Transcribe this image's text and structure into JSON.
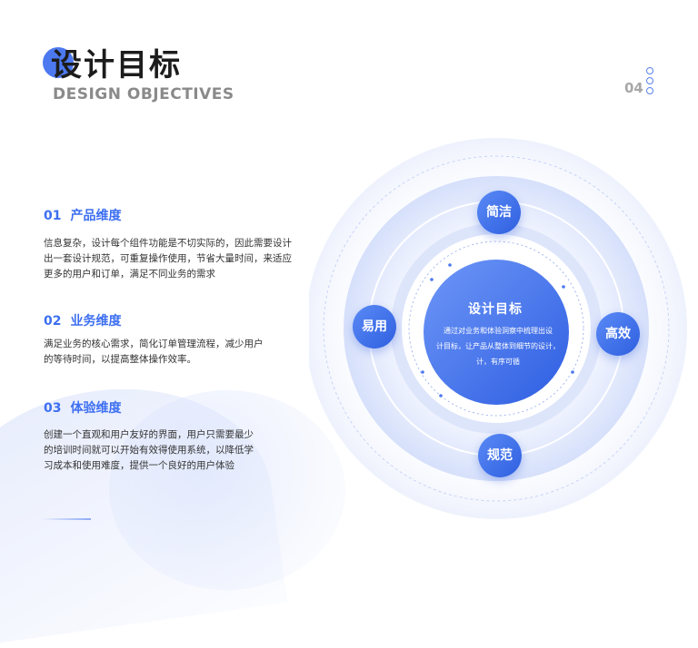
{
  "header": {
    "title": "设计目标",
    "subtitle": "DESIGN OBJECTIVES",
    "page_number": "04"
  },
  "sections": [
    {
      "number": "01",
      "heading": "产品维度",
      "lines": [
        "信息复杂，设计每个组件功能是不切实际的，因此需要设计",
        "出一套设计规范，可重复操作使用，节省大量时间，来适应",
        "更多的用户和订单，满足不同业务的需求"
      ]
    },
    {
      "number": "02",
      "heading": "业务维度",
      "lines": [
        "满足业务的核心需求，简化订单管理流程，减少用户",
        "的等待时间，以提高整体操作效率。"
      ]
    },
    {
      "number": "03",
      "heading": "体验维度",
      "lines": [
        "创建一个直观和用户友好的界面，用户只需要最少",
        "的培训时间就可以开始有效得使用系统，以降低学",
        "习成本和使用难度，提供一个良好的用户体验"
      ]
    }
  ],
  "diagram": {
    "center_title": "设计目标",
    "center_lines": [
      "通过对业务和体验洞察中梳理出设",
      "计目标，让产品从整体到细节的设计，",
      "计，有序可循"
    ],
    "nodes": {
      "top": "简洁",
      "left": "易用",
      "right": "高效",
      "bottom": "规范"
    }
  },
  "colors": {
    "accent": "#3d6ff0",
    "node": "#3f6ee8",
    "ring": "#dfe6fb"
  }
}
